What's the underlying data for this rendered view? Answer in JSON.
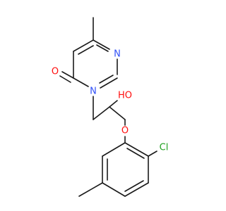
{
  "molecule": {
    "atoms": [
      {
        "id": "n1",
        "label": "N",
        "color": "#3050F8"
      },
      {
        "id": "n2",
        "label": "N",
        "color": "#3050F8"
      },
      {
        "id": "o_carbonyl",
        "label": "O",
        "color": "#FF0D0D"
      },
      {
        "id": "oh",
        "label": "HO",
        "color": "#FF0D0D"
      },
      {
        "id": "o_ether",
        "label": "O",
        "color": "#FF0D0D"
      },
      {
        "id": "cl",
        "label": "Cl",
        "color": "#1FA01F"
      }
    ],
    "bond_color": "#1a1a1a"
  }
}
